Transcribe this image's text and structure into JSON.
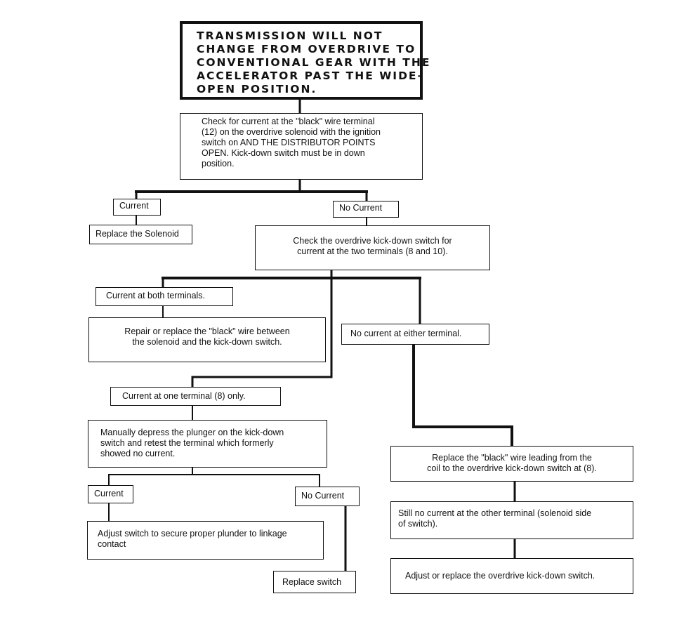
{
  "title": {
    "lines": [
      "TRANSMISSION WILL NOT",
      "CHANGE FROM OVERDRIVE TO",
      "CONVENTIONAL GEAR WITH THE",
      "ACCELERATOR PAST THE WIDE-",
      "OPEN POSITION."
    ]
  },
  "nodes": {
    "check_current": {
      "lines": [
        "Check for current  at the \"black\" wire terminal",
        "(12) on the overdrive solenoid with the ignition",
        "switch on AND THE DISTRIBUTOR POINTS",
        "OPEN.  Kick-down switch must be in down",
        "position."
      ]
    },
    "current_1": {
      "text": "Current"
    },
    "no_current_1": {
      "text": "No Current"
    },
    "replace_solenoid": {
      "text": "Replace the Solenoid"
    },
    "check_kickdown": {
      "lines": [
        "Check the overdrive kick-down switch for",
        "current at the two terminals (8 and 10)."
      ]
    },
    "current_both": {
      "text": "Current at both terminals."
    },
    "repair_black_wire": {
      "lines": [
        "Repair or replace the \"black\" wire between",
        "the solenoid and the kick-down switch."
      ]
    },
    "no_current_either": {
      "text": "No current at either terminal."
    },
    "current_one": {
      "text": "Current at one terminal (8) only."
    },
    "manually_depress": {
      "lines": [
        "Manually depress the plunger on the kick-down",
        "switch and retest the terminal which formerly",
        "showed no current."
      ]
    },
    "current_2": {
      "text": "Current"
    },
    "no_current_2": {
      "text": "No Current"
    },
    "adjust_switch": {
      "lines": [
        "Adjust switch to secure proper plunder to linkage",
        "contact"
      ]
    },
    "replace_switch": {
      "text": "Replace switch"
    },
    "replace_black_wire_coil": {
      "lines": [
        "Replace the \"black\" wire leading from the",
        "coil to the overdrive kick-down switch at (8)."
      ]
    },
    "still_no_current": {
      "lines": [
        "Still no current at the other terminal (solenoid side",
        "of switch)."
      ]
    },
    "adjust_replace_kickdown": {
      "text": "Adjust or replace the overdrive kick-down switch."
    }
  }
}
